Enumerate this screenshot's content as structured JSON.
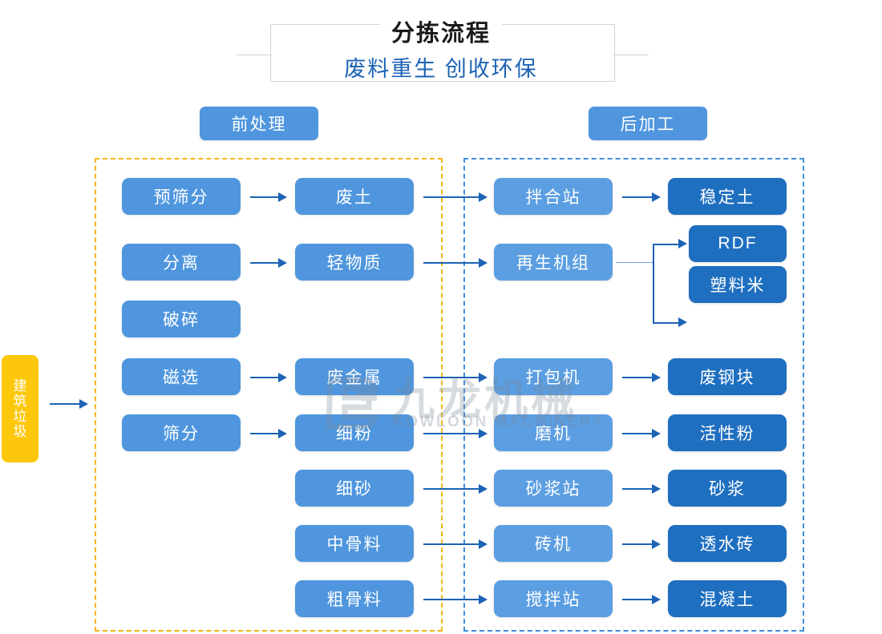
{
  "title": {
    "main": "分拣流程",
    "sub": "废料重生 创收环保"
  },
  "watermark": {
    "brand_cn": "九龙机械",
    "brand_en": "KOWLOON MACHINERY"
  },
  "sections": [
    {
      "label": "前处理",
      "zone_color": "#f5b51c"
    },
    {
      "label": "后加工",
      "zone_color": "#3f8ede"
    }
  ],
  "source": {
    "label": "建筑垃圾",
    "color": "#fdc70c"
  },
  "colors": {
    "node_light": "#4f96de",
    "node_mid": "#5b9ee2",
    "node_dark": "#1f6fc0",
    "arrow": "#1c63b5",
    "title_sub": "#1c63b5"
  },
  "columns": {
    "c1": [
      {
        "label": "预筛分"
      },
      {
        "label": "分离"
      },
      {
        "label": "破碎"
      },
      {
        "label": "磁选"
      },
      {
        "label": "筛分"
      }
    ],
    "c2": [
      {
        "label": "废土"
      },
      {
        "label": "轻物质"
      },
      {
        "label": "废金属"
      },
      {
        "label": "细粉"
      },
      {
        "label": "细砂"
      },
      {
        "label": "中骨料"
      },
      {
        "label": "粗骨料"
      }
    ],
    "c3": [
      {
        "label": "拌合站"
      },
      {
        "label": "再生机组"
      },
      {
        "label": "打包机"
      },
      {
        "label": "磨机"
      },
      {
        "label": "砂浆站"
      },
      {
        "label": "砖机"
      },
      {
        "label": "搅拌站"
      }
    ],
    "c4": [
      {
        "label": "稳定土"
      },
      {
        "label": "RDF"
      },
      {
        "label": "塑料米"
      },
      {
        "label": "废钢块"
      },
      {
        "label": "活性粉"
      },
      {
        "label": "砂浆"
      },
      {
        "label": "透水砖"
      },
      {
        "label": "混凝土"
      }
    ]
  }
}
